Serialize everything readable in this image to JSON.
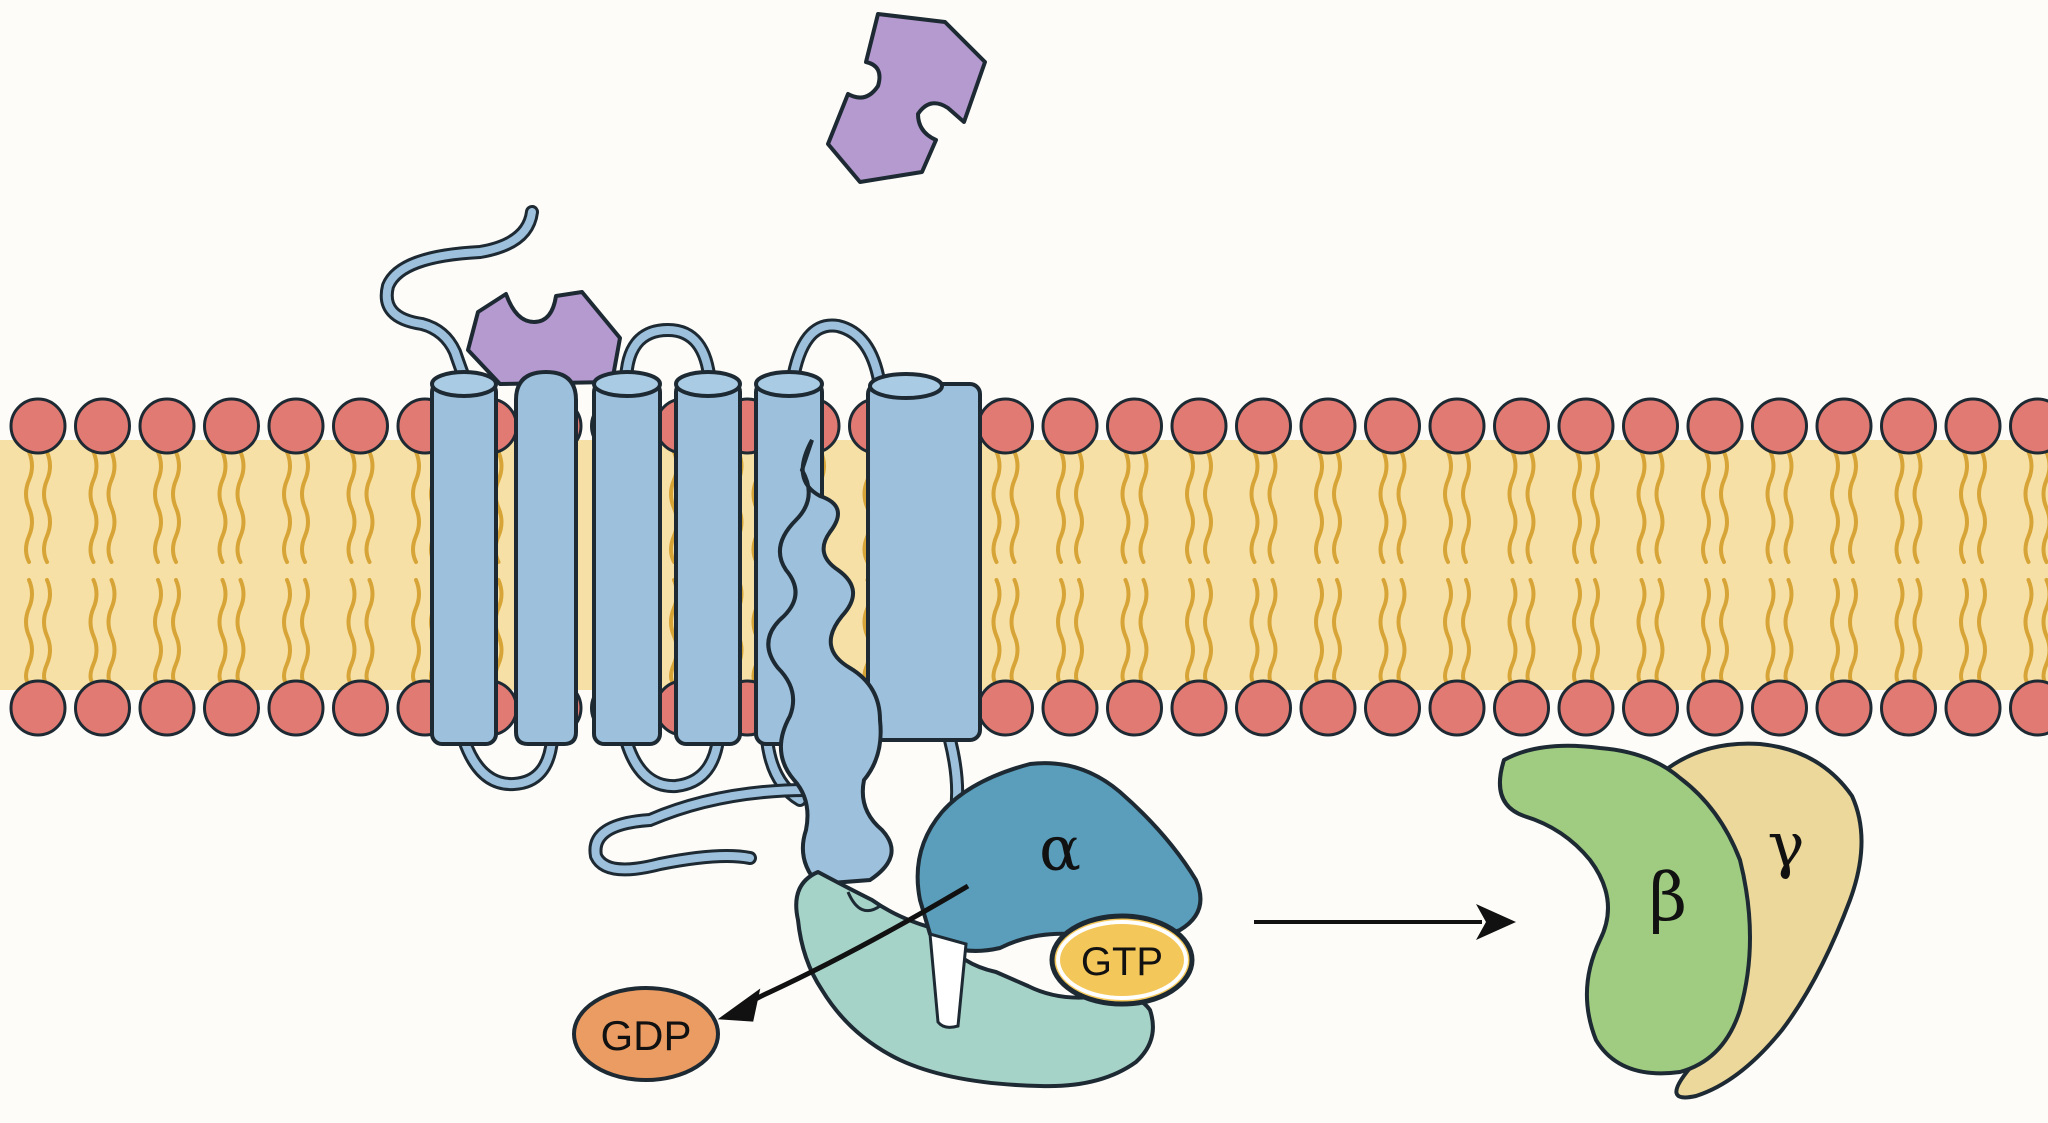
{
  "diagram": {
    "labels": {
      "alpha": "α",
      "beta": "β",
      "gamma": "γ",
      "gtp": "GTP",
      "gdp": "GDP"
    },
    "colors": {
      "background": "#fdfcf8",
      "headgroup": "#e07a72",
      "lipid_tail": "#e4b451",
      "lipid_core": "#f7e0a5",
      "receptor": "#9dc1dc",
      "ligand": "#b59ad0",
      "alpha_subunit": "#5a9ebb",
      "ras_domain": "#a6d3c8",
      "beta_subunit": "#9fcc80",
      "gamma_subunit": "#ecd89a",
      "gtp": "#f3c75a",
      "gdp": "#eb9c62",
      "outline": "#1e2a33"
    }
  }
}
